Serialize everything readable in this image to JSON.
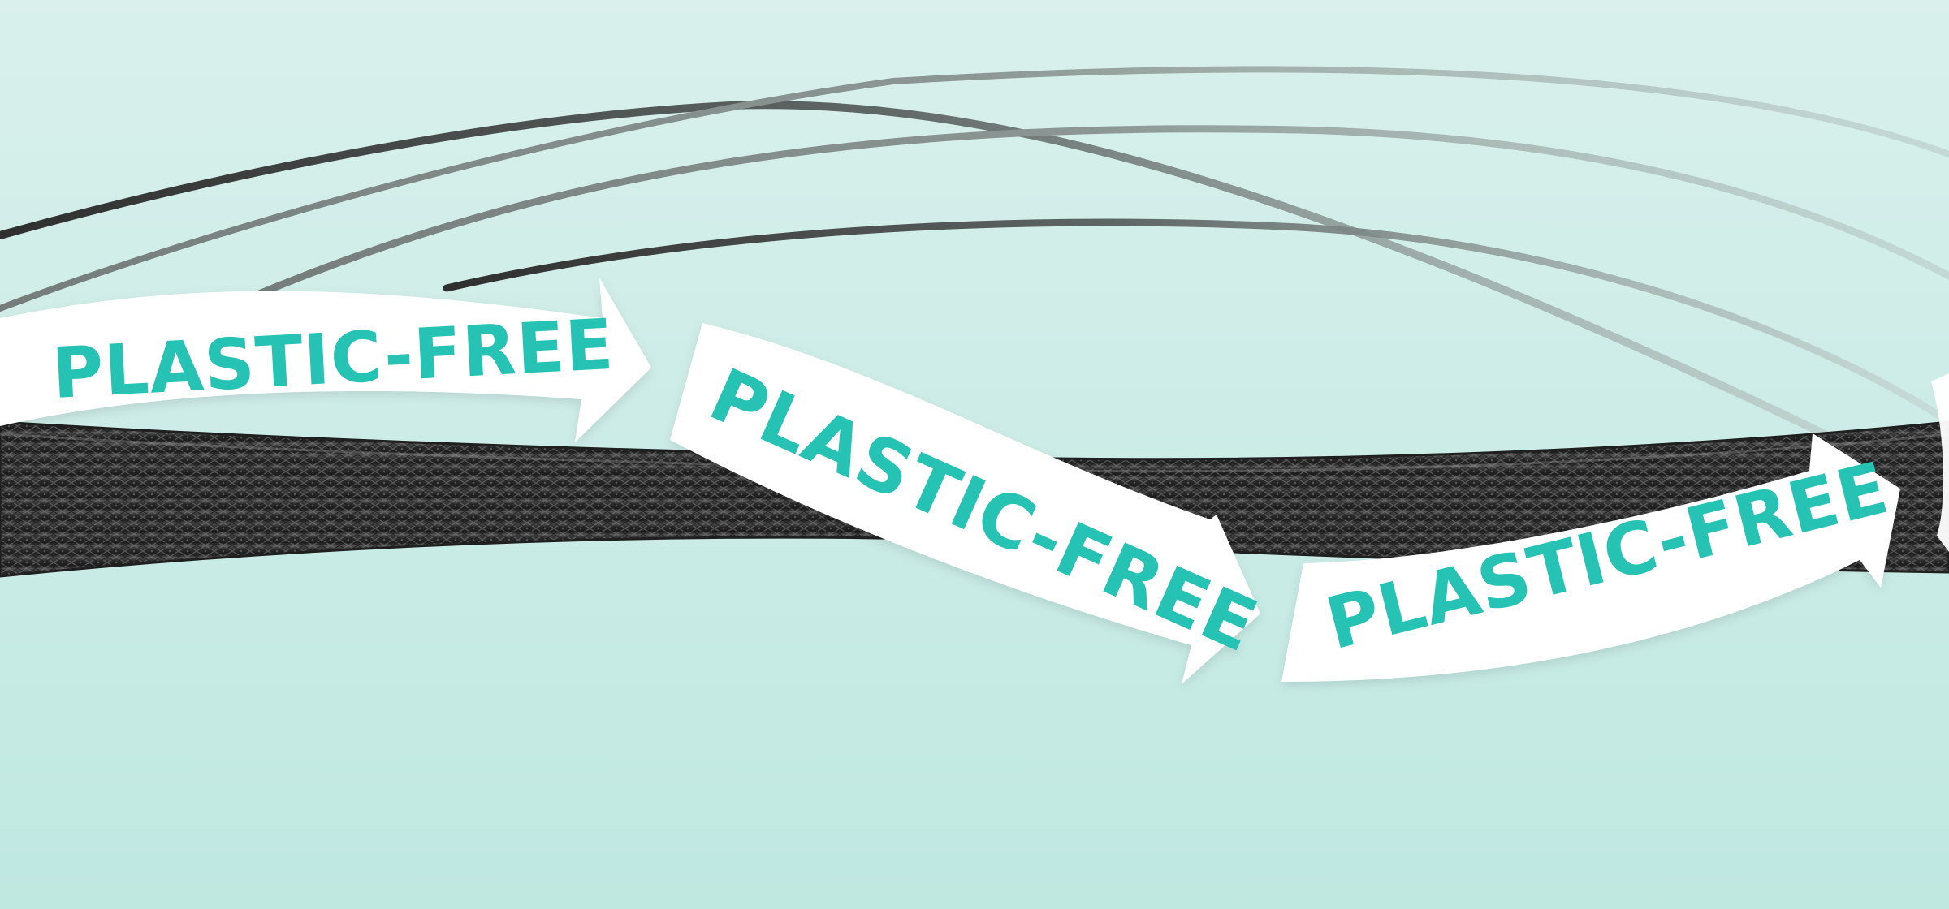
{
  "banner": {
    "text_1": "PLASTIC-FREE",
    "text_2": "PLASTIC-FREE",
    "text_3": "PLASTIC-FREE"
  },
  "colors": {
    "background_top": "#d9f0ec",
    "background_bottom": "#bfe8e1",
    "accent_text": "#28c3b4",
    "arrow_fill": "#ffffff",
    "cable_dark": "#242424",
    "cable_light": "#707070",
    "wire_dark": "#3c3c3c",
    "wire_light": "#9aa7a5"
  },
  "icons": {
    "arrow_shape": "right-arrow-banner",
    "cable": "braided-cable"
  }
}
